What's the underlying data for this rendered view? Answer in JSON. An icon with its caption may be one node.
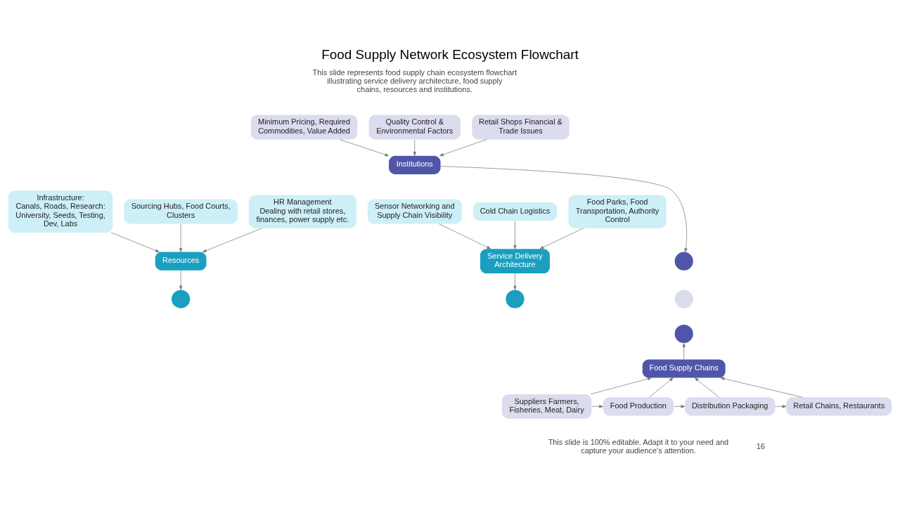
{
  "diagram": {
    "title": "Food Supply Network Ecosystem Flowchart",
    "nodes": [
      {
        "text": [
          "Minimum Pricing, Required Commodities, Value Added"
        ]
      },
      {
        "text": [
          "Quality Control & Environmental Factors"
        ]
      },
      {
        "text": [
          "Retail Shops Financial & Trade Issues"
        ]
      },
      {
        "text": [
          "Institutions"
        ]
      },
      {
        "text": [
          "Sensor Networking and Supply Chain Visibility"
        ]
      },
      {
        "text": [
          "Infrastructure:",
          "Canals, Roads, Research: University, Seeds, Testing, Dev, Labs"
        ]
      },
      {
        "text": [
          "Service Delivery Architecture"
        ]
      },
      {
        "text": [],
        "shape": "circle"
      },
      {
        "text": [],
        "shape": "circle"
      },
      {
        "text": [],
        "shape": "circle"
      },
      {
        "text": [],
        "shape": "circle"
      },
      {
        "text": [
          "Resources"
        ]
      },
      {
        "text": [
          "Cold Chain Logistics"
        ]
      },
      {
        "text": [
          "Sourcing Hubs, Food Courts, Clusters"
        ]
      },
      {
        "text": [],
        "shape": "circle"
      },
      {
        "text": [
          "Food Parks, Food Transportation, Authority Control"
        ]
      },
      {
        "text": [
          "HR Management",
          "Dealing with retail stores, finances, power supply etc."
        ]
      },
      {
        "text": [
          "Food Supply Chains"
        ]
      },
      {
        "text": [
          "Retail Chains, Restaurants"
        ]
      },
      {
        "text": [
          "Distribution Packaging"
        ]
      },
      {
        "text": [
          "Food Production"
        ]
      },
      {
        "text": [
          "Suppliers Farmers, Fisheries, Meat, Dairy"
        ]
      }
    ],
    "edges": [
      {
        "from": 0,
        "to": 3,
        "arrow": "to"
      },
      {
        "from": 1,
        "to": 3,
        "arrow": "to"
      },
      {
        "from": 2,
        "to": 3,
        "arrow": "to"
      },
      {
        "from": 3,
        "to": 7,
        "arrow": "to"
      },
      {
        "from": 4,
        "to": 6,
        "arrow": "to"
      },
      {
        "from": 12,
        "to": 6,
        "arrow": "to"
      },
      {
        "from": 15,
        "to": 6,
        "arrow": "to"
      },
      {
        "from": 6,
        "to": 8,
        "arrow": "to"
      },
      {
        "from": 11,
        "to": 10,
        "arrow": "to"
      },
      {
        "from": 5,
        "to": 11,
        "arrow": "to"
      },
      {
        "from": 13,
        "to": 11,
        "arrow": "to"
      },
      {
        "from": 16,
        "to": 11,
        "arrow": "to"
      },
      {
        "from": 17,
        "to": 14,
        "arrow": "to"
      },
      {
        "from": 18,
        "to": 17,
        "arrow": "to"
      },
      {
        "from": 19,
        "to": 17,
        "arrow": "to"
      },
      {
        "from": 20,
        "to": 17,
        "arrow": "to"
      },
      {
        "from": 21,
        "to": 17,
        "arrow": "to"
      },
      {
        "from": 21,
        "to": 20,
        "arrow": "to"
      },
      {
        "from": 20,
        "to": 19,
        "arrow": "to"
      },
      {
        "from": 19,
        "to": 18,
        "arrow": "to"
      }
    ],
    "labels": [
      "This slide represents food supply chain ecosystem flowchart illustrating service delivery architecture, food supply chains, resources and institutions.",
      "This slide is 100% editable. Adapt it to your need and capture your audience's attention.",
      "16"
    ]
  }
}
